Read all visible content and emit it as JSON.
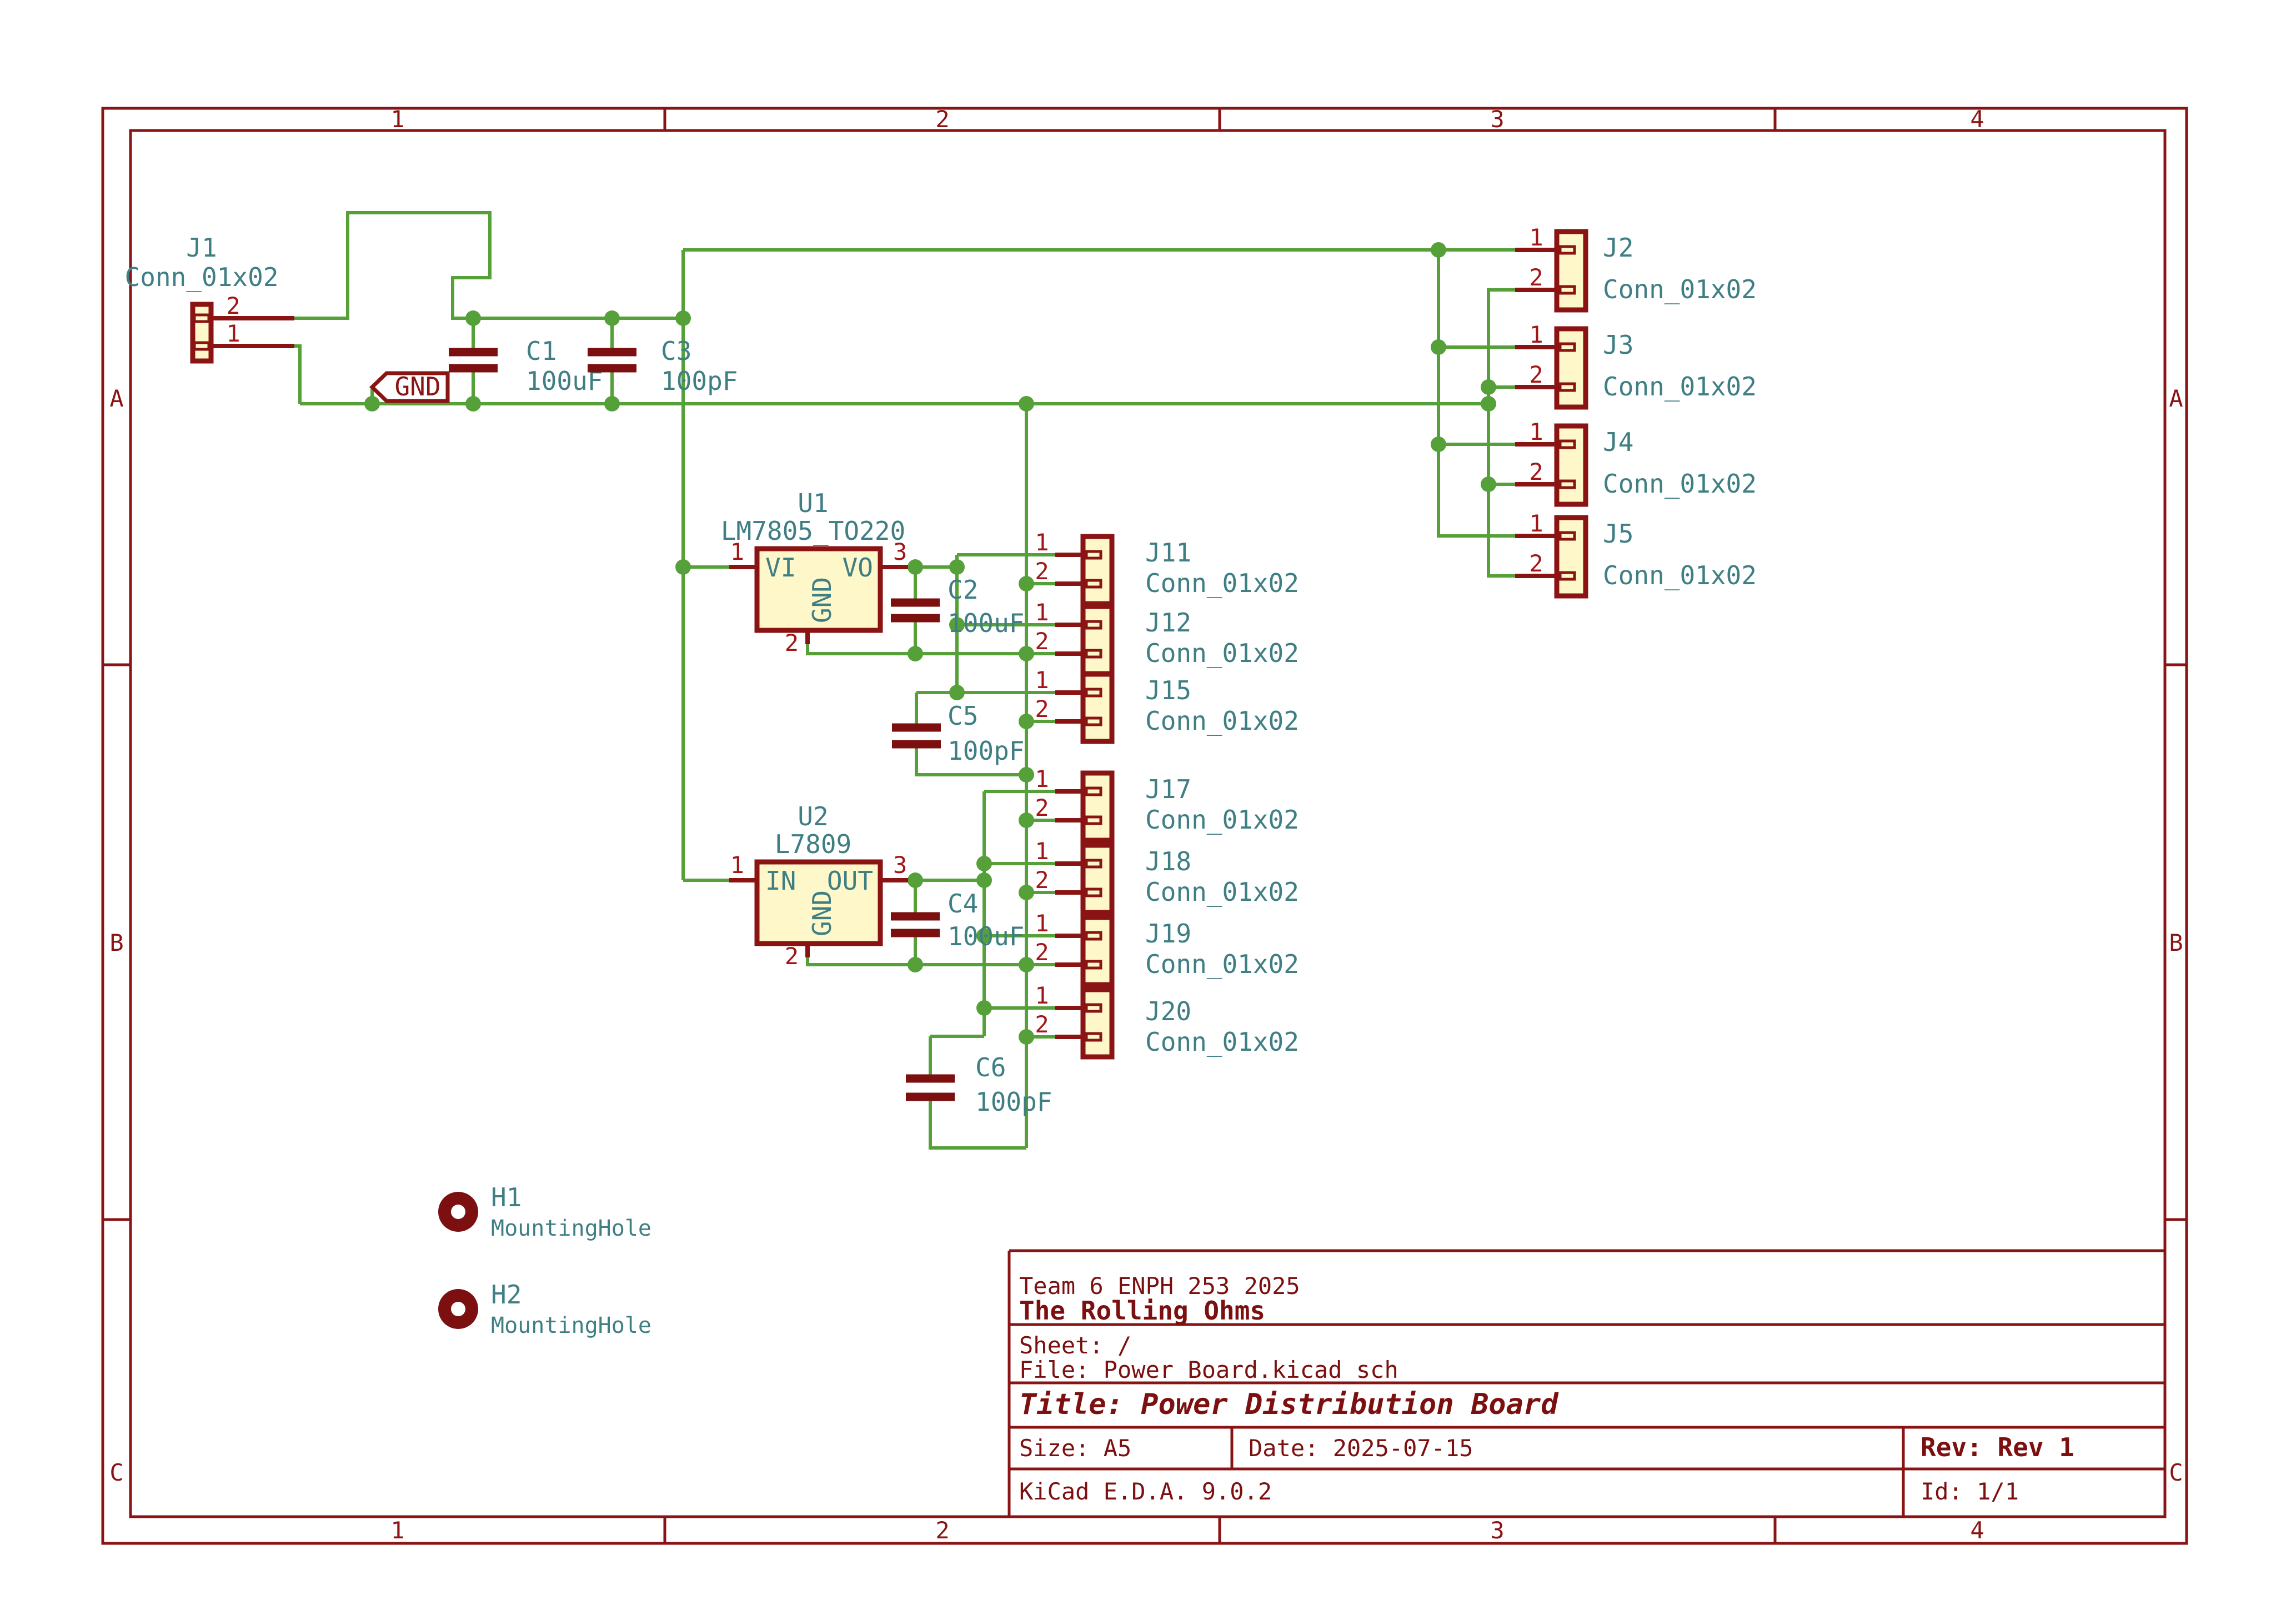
{
  "app": {
    "tool": "KiCad E.D.A. 9.0.2"
  },
  "border": {
    "cols": [
      "1",
      "2",
      "3",
      "4"
    ],
    "rows": [
      "A",
      "B",
      "C"
    ]
  },
  "title_block": {
    "company": "Team 6 ENPH 253 2025",
    "team": "The Rolling Ohms",
    "sheet_label": "Sheet: /",
    "file_label": "File: Power_Board.kicad_sch",
    "title_label": "Title: Power Distribution Board",
    "size_label": "Size: A5",
    "date_label": "Date: 2025-07-15",
    "rev_label": "Rev: Rev 1",
    "kicad_label": "KiCad E.D.A. 9.0.2",
    "id_label": "Id: 1/1"
  },
  "power_flags": {
    "gnd": "GND"
  },
  "regulators": {
    "u1": {
      "ref": "U1",
      "value": "LM7805_TO220",
      "in_num": "1",
      "in_name": "VI",
      "out_num": "3",
      "out_name": "VO",
      "gnd_num": "2",
      "gnd_name": "GND"
    },
    "u2": {
      "ref": "U2",
      "value": "L7809",
      "in_num": "1",
      "in_name": "IN",
      "out_num": "3",
      "out_name": "OUT",
      "gnd_num": "2",
      "gnd_name": "GND"
    }
  },
  "capacitors": {
    "c1": {
      "ref": "C1",
      "value": "100uF"
    },
    "c3": {
      "ref": "C3",
      "value": "100pF"
    },
    "c2": {
      "ref": "C2",
      "value": "100uF"
    },
    "c5": {
      "ref": "C5",
      "value": "100pF"
    },
    "c4": {
      "ref": "C4",
      "value": "100uF"
    },
    "c6": {
      "ref": "C6",
      "value": "100pF"
    }
  },
  "connectors": {
    "j1": {
      "ref": "J1",
      "value": "Conn_01x02",
      "pin1": "1",
      "pin2": "2"
    },
    "j2": {
      "ref": "J2",
      "value": "Conn_01x02",
      "pin1": "1",
      "pin2": "2"
    },
    "j3": {
      "ref": "J3",
      "value": "Conn_01x02",
      "pin1": "1",
      "pin2": "2"
    },
    "j4": {
      "ref": "J4",
      "value": "Conn_01x02",
      "pin1": "1",
      "pin2": "2"
    },
    "j5": {
      "ref": "J5",
      "value": "Conn_01x02",
      "pin1": "1",
      "pin2": "2"
    },
    "j11": {
      "ref": "J11",
      "value": "Conn_01x02",
      "pin1": "1",
      "pin2": "2"
    },
    "j12": {
      "ref": "J12",
      "value": "Conn_01x02",
      "pin1": "1",
      "pin2": "2"
    },
    "j15": {
      "ref": "J15",
      "value": "Conn_01x02",
      "pin1": "1",
      "pin2": "2"
    },
    "j17": {
      "ref": "J17",
      "value": "Conn_01x02",
      "pin1": "1",
      "pin2": "2"
    },
    "j18": {
      "ref": "J18",
      "value": "Conn_01x02",
      "pin1": "1",
      "pin2": "2"
    },
    "j19": {
      "ref": "J19",
      "value": "Conn_01x02",
      "pin1": "1",
      "pin2": "2"
    },
    "j20": {
      "ref": "J20",
      "value": "Conn_01x02",
      "pin1": "1",
      "pin2": "2"
    }
  },
  "mounting_holes": {
    "h1": {
      "ref": "H1",
      "value": "MountingHole"
    },
    "h2": {
      "ref": "H2",
      "value": "MountingHole"
    }
  },
  "colors": {
    "wire_green": "#55a038",
    "symbol_outline": "#8a1414",
    "symbol_fill": "#fdf7c9",
    "pin_number_red": "#a31616",
    "field_teal": "#3f7f84",
    "sheet_maroon": "#7c1010"
  }
}
